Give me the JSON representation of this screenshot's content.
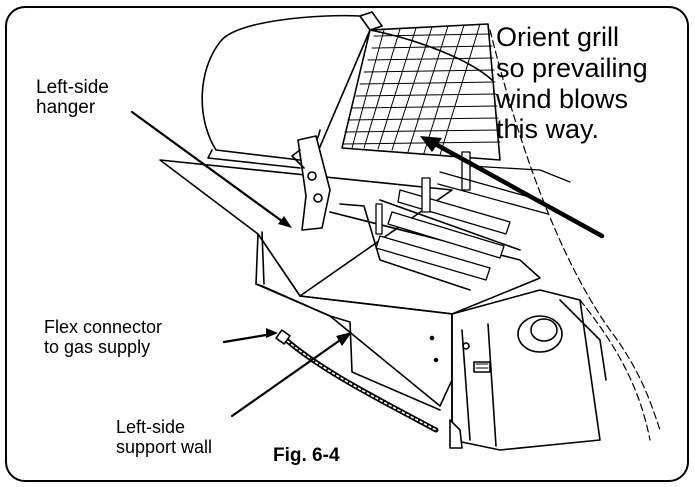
{
  "figure_caption": "Fig. 6-4",
  "labels": {
    "left_side_hanger": "Left-side\nhanger",
    "orient_grill": "Orient grill\nso prevailing\nwind blows\nthis way.",
    "flex_connector": "Flex connector\nto gas supply",
    "left_side_support_wall": "Left-side\nsupport wall"
  },
  "colors": {
    "line": "#000000",
    "background": "#ffffff"
  }
}
